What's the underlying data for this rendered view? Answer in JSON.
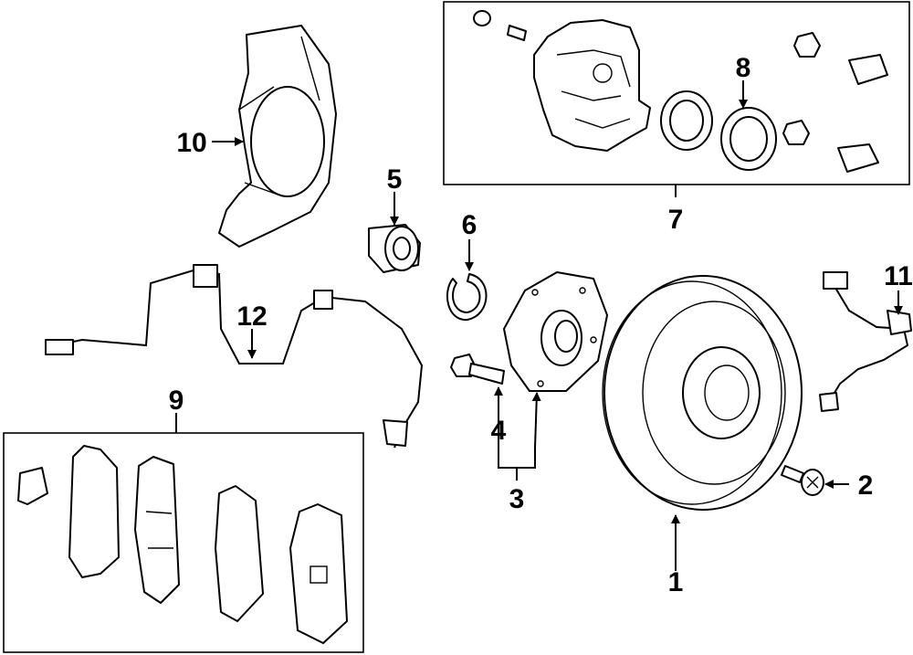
{
  "callouts": [
    "1",
    "2",
    "3",
    "4",
    "5",
    "6",
    "7",
    "8",
    "9",
    "10",
    "11",
    "12"
  ],
  "colors": {
    "line": "#000000",
    "background": "#ffffff"
  }
}
